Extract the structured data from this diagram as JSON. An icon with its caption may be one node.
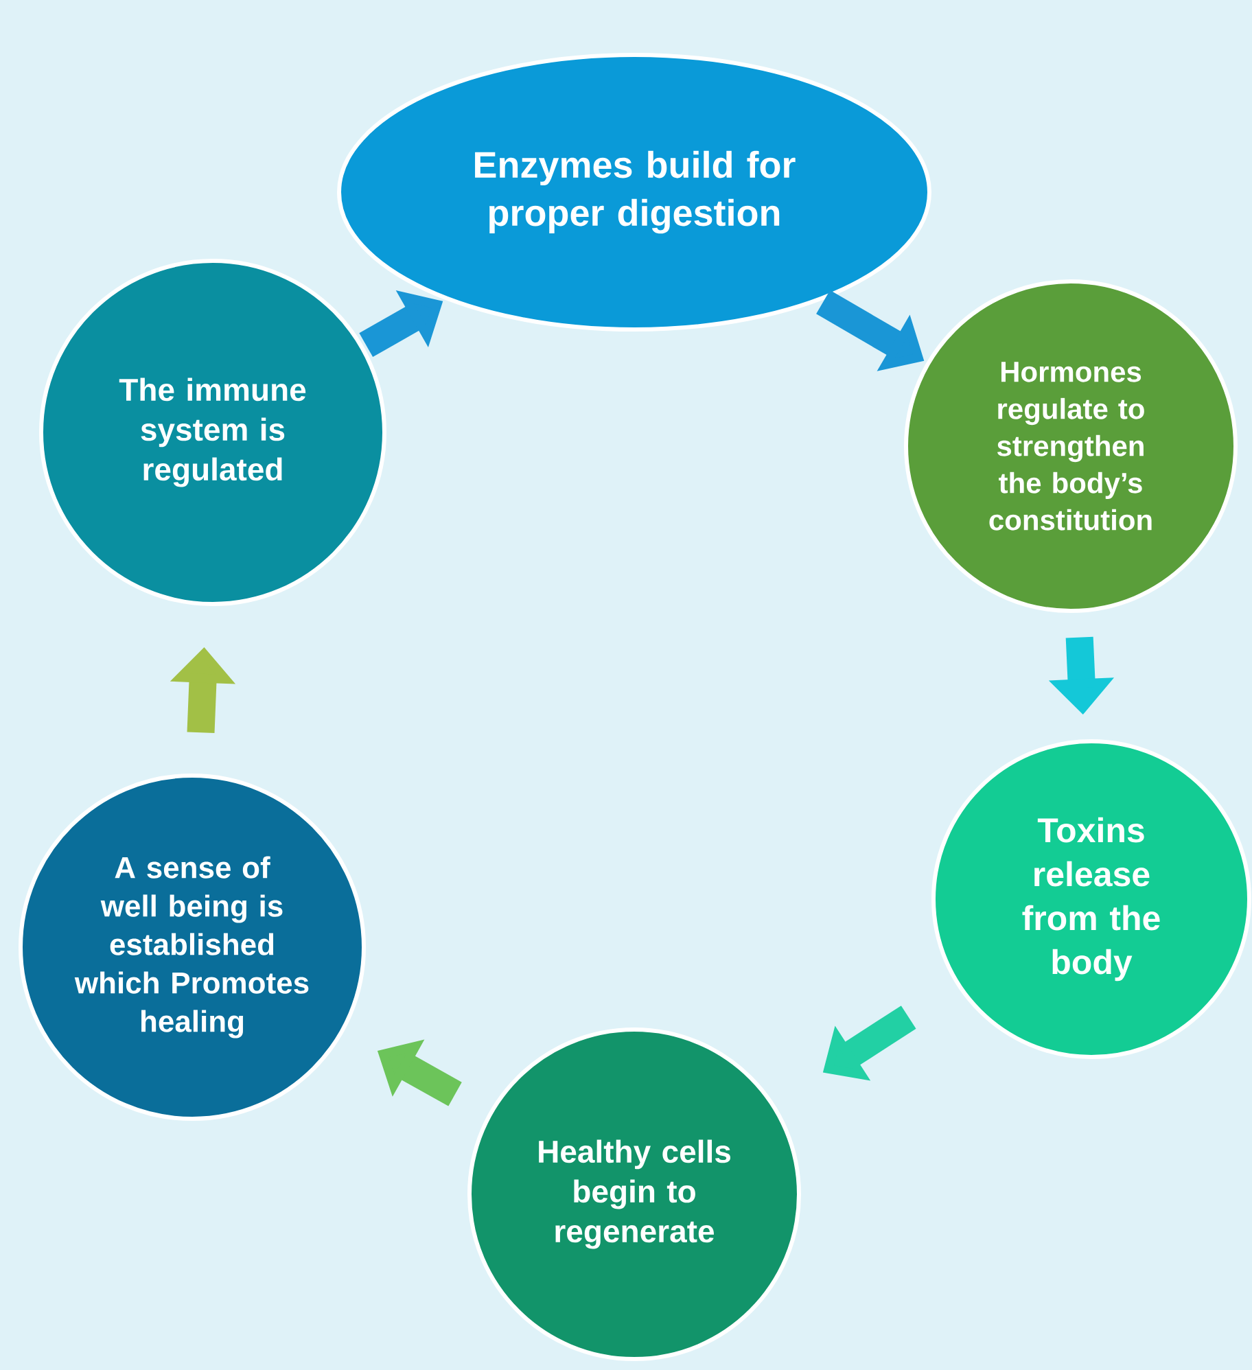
{
  "diagram": {
    "nodes": [
      {
        "text": [
          "Enzymes build for proper digestion"
        ]
      },
      {
        "text": [
          "Hormones regulate to strengthen the body’s constitution"
        ]
      },
      {
        "text": [
          "Toxins release from the body"
        ]
      },
      {
        "text": [
          "Healthy cells begin to regenerate"
        ]
      },
      {
        "text": [
          "A sense of well being is established which Promotes healing"
        ]
      },
      {
        "text": [
          "The immune system is regulated"
        ]
      }
    ],
    "edges": [
      {
        "from": 0,
        "to": 1,
        "arrow": "to",
        "color": "#1a96d6"
      },
      {
        "from": 1,
        "to": 2,
        "arrow": "to",
        "color": "#14c8d8"
      },
      {
        "from": 2,
        "to": 3,
        "arrow": "to",
        "color": "#22d0a4"
      },
      {
        "from": 3,
        "to": 4,
        "arrow": "to",
        "color": "#6cc45a"
      },
      {
        "from": 4,
        "to": 5,
        "arrow": "to",
        "color": "#a2c046"
      },
      {
        "from": 5,
        "to": 0,
        "arrow": "to",
        "color": "#1a96d6"
      }
    ]
  }
}
